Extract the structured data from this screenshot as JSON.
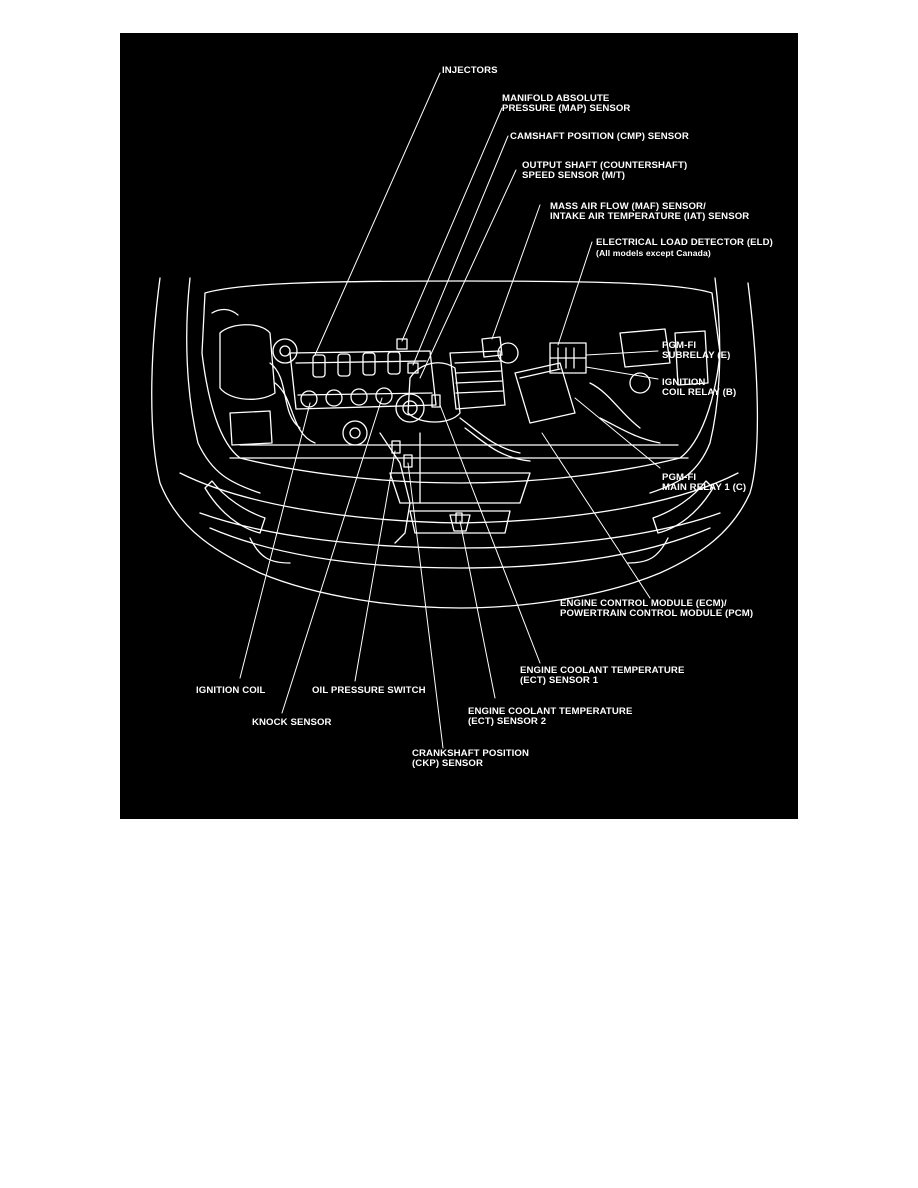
{
  "colors": {
    "background": "#000000",
    "line_art": "#ffffff",
    "page": "#ffffff"
  },
  "labels": {
    "injectors": [
      "INJECTORS"
    ],
    "map_sensor": [
      "MANIFOLD ABSOLUTE",
      "PRESSURE (MAP) SENSOR"
    ],
    "cmp_sensor": [
      "CAMSHAFT POSITION (CMP) SENSOR"
    ],
    "output_shaft": [
      "OUTPUT SHAFT (COUNTERSHAFT)",
      "SPEED SENSOR (M/T)"
    ],
    "maf_sensor": [
      "MASS AIR FLOW (MAF) SENSOR/",
      "INTAKE AIR TEMPERATURE (IAT) SENSOR"
    ],
    "eld": [
      "ELECTRICAL LOAD DETECTOR (ELD)",
      "(All models except Canada)"
    ],
    "pgmfi_subrelay": [
      "PGM-FI",
      "SUBRELAY (E)"
    ],
    "ignition_coil_relay": [
      "IGNITION",
      "COIL RELAY (B)"
    ],
    "pgmfi_main_relay": [
      "PGM-FI",
      "MAIN RELAY 1 (C)"
    ],
    "ecm_pcm": [
      "ENGINE CONTROL MODULE (ECM)/",
      "POWERTRAIN CONTROL MODULE (PCM)"
    ],
    "ect_sensor_1": [
      "ENGINE COOLANT TEMPERATURE",
      "(ECT) SENSOR 1"
    ],
    "ect_sensor_2": [
      "ENGINE COOLANT TEMPERATURE",
      "(ECT) SENSOR 2"
    ],
    "ignition_coil": [
      "IGNITION COIL"
    ],
    "oil_pressure_switch": [
      "OIL PRESSURE SWITCH"
    ],
    "knock_sensor": [
      "KNOCK SENSOR"
    ],
    "ckp_sensor": [
      "CRANKSHAFT POSITION",
      "(CKP) SENSOR"
    ]
  }
}
